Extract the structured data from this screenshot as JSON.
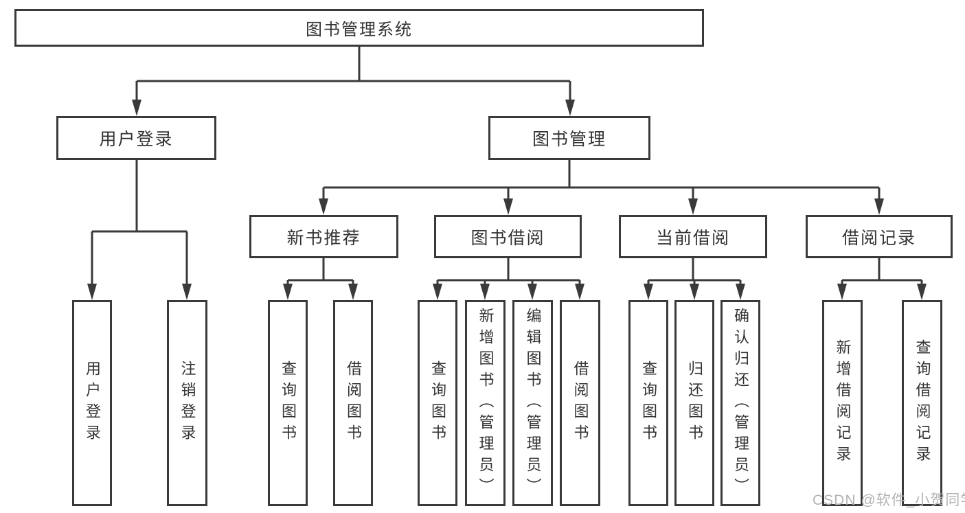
{
  "nodes": {
    "root": "图书管理系统",
    "user_login": "用户登录",
    "book_mgmt": "图书管理",
    "new_book": "新书推荐",
    "book_borrow": "图书借阅",
    "current_borrow": "当前借阅",
    "borrow_records": "借阅记录",
    "leaf_user_login": "用户登录",
    "leaf_logout": "注销登录",
    "nb_query_books": "查询图书",
    "nb_borrow_books": "借阅图书",
    "bb_query_books": "查询图书",
    "bb_add_books": "新增图书（管理员）",
    "bb_edit_books": "编辑图书（管理员）",
    "bb_borrow_books": "借阅图书",
    "cb_query_books": "查询图书",
    "cb_return_books": "归还图书",
    "cb_confirm_return": "确认归还（管理员）",
    "br_add_record": "新增借阅记录",
    "br_query_record": "查询借阅记录"
  },
  "watermark": "CSDN @软件_小贺同学",
  "colors": {
    "line": "#3a3a3a",
    "text": "#333333",
    "watermark": "#b3b3b3",
    "background": "#ffffff"
  }
}
